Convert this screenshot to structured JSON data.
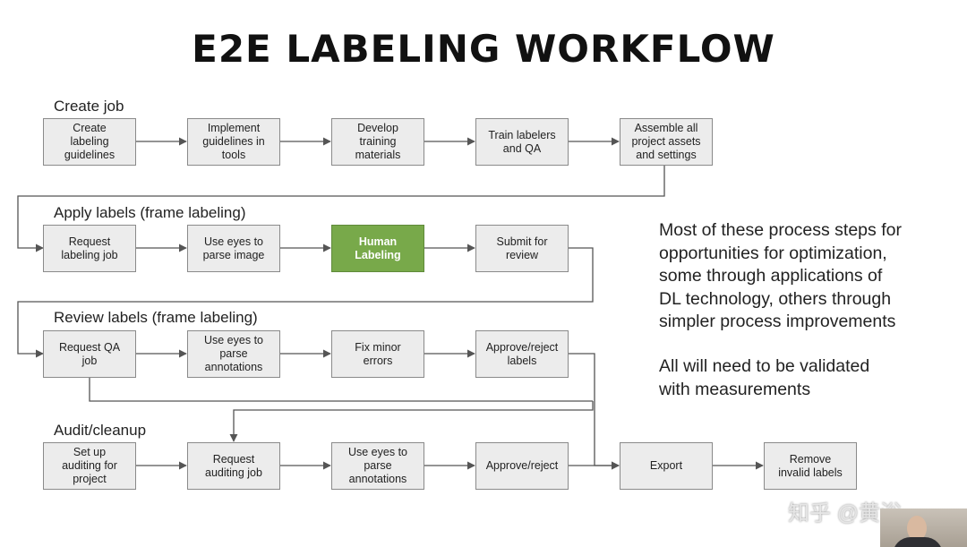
{
  "title": "E2E LABELING WORKFLOW",
  "sections": {
    "create_job": "Create job",
    "apply_labels": "Apply labels (frame labeling)",
    "review_labels": "Review labels (frame labeling)",
    "audit_cleanup": "Audit/cleanup"
  },
  "steps": {
    "create_guidelines": "Create\nlabeling\nguidelines",
    "implement_guidelines": "Implement\nguidelines in\ntools",
    "develop_training": "Develop\ntraining\nmaterials",
    "train_labelers": "Train labelers\nand QA",
    "assemble_assets": "Assemble all\nproject assets\nand settings",
    "request_labeling_job": "Request\nlabeling job",
    "use_eyes_parse_image": "Use eyes to\nparse image",
    "human_labeling": "Human\nLabeling",
    "submit_for_review": "Submit for\nreview",
    "request_qa_job": "Request QA\njob",
    "use_eyes_parse_annotations_review": "Use eyes to\nparse\nannotations",
    "fix_minor_errors": "Fix minor\nerrors",
    "approve_reject_labels": "Approve/reject\nlabels",
    "set_up_auditing": "Set up\nauditing for\nproject",
    "request_auditing_job": "Request\nauditing job",
    "use_eyes_parse_annotations_audit": "Use eyes to\nparse\nannotations",
    "approve_reject": "Approve/reject",
    "export": "Export",
    "remove_invalid_labels": "Remove\ninvalid labels"
  },
  "notes": {
    "optimization": "Most of these process steps for\nopportunities for optimization,\nsome through applications of\nDL technology, others through\nsimpler process improvements",
    "validation": "All will need to be validated\nwith measurements"
  },
  "watermark": "知乎 @黄浴",
  "colors": {
    "box_fill": "#ececec",
    "box_border": "#8a8a8a",
    "highlight_fill": "#78a94a",
    "connector": "#555555"
  }
}
